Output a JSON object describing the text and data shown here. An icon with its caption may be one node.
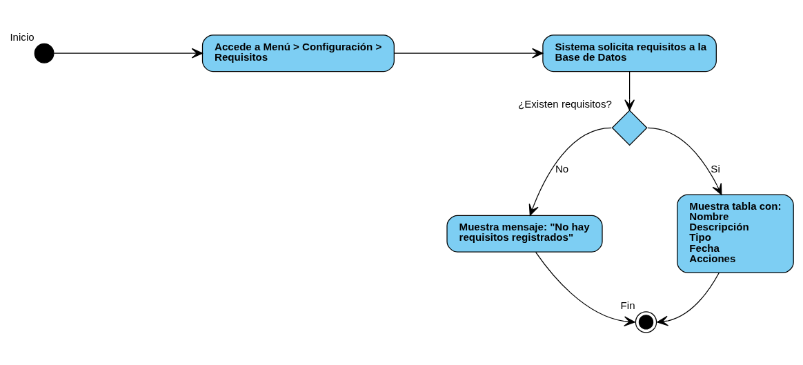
{
  "diagram": {
    "nodes": [
      {
        "text": [],
        "shape": "circle",
        "beside": [
          "Inicio"
        ]
      },
      {
        "text": [
          "Accede a Menú > Configuración > Requisitos"
        ]
      },
      {
        "text": [
          "Sistema solicita requisitos a la Base de Datos"
        ]
      },
      {
        "text": [],
        "shape": "diamond",
        "beside": [
          "¿Existen requisitos?"
        ]
      },
      {
        "text": [
          "Muestra mensaje: \"No hay requisitos registrados\""
        ]
      },
      {
        "text": [
          "Muestra tabla con:",
          "Nombre",
          "Descripción",
          "Tipo",
          "Fecha",
          "Acciones"
        ]
      },
      {
        "text": [],
        "shape": "bullseye",
        "beside": [
          "Fin"
        ]
      }
    ],
    "edges": [
      {
        "from": 0,
        "to": 1,
        "arrow": "to"
      },
      {
        "from": 1,
        "to": 2,
        "arrow": "to"
      },
      {
        "from": 2,
        "to": 3,
        "arrow": "to"
      },
      {
        "from": 3,
        "to": 4,
        "arrow": "to",
        "label": "No"
      },
      {
        "from": 3,
        "to": 5,
        "arrow": "to",
        "label": "Si"
      },
      {
        "from": 4,
        "to": 6,
        "arrow": "to"
      },
      {
        "from": 5,
        "to": 6,
        "arrow": "to"
      }
    ]
  }
}
